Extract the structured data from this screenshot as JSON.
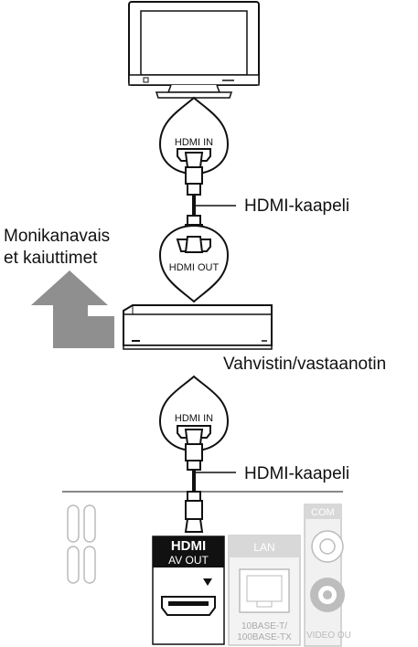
{
  "labels": {
    "cable_top": "HDMI-kaapeli",
    "speakers_line1": "Monikanavais",
    "speakers_line2": "et kaiuttimet",
    "receiver": "Vahvistin/vastaanotin",
    "cable_bottom": "HDMI-kaapeli"
  },
  "ports": {
    "tv_in": "HDMI IN",
    "amp_out": "HDMI OUT",
    "amp_in": "HDMI IN",
    "player_logo": "HDMI",
    "player_av_out": "AV OUT",
    "lan": "LAN",
    "lan_spec_1": "10BASE-T/",
    "lan_spec_2": "100BASE-TX",
    "comp_partial": "COM",
    "video_out_partial": "VIDEO OU"
  }
}
